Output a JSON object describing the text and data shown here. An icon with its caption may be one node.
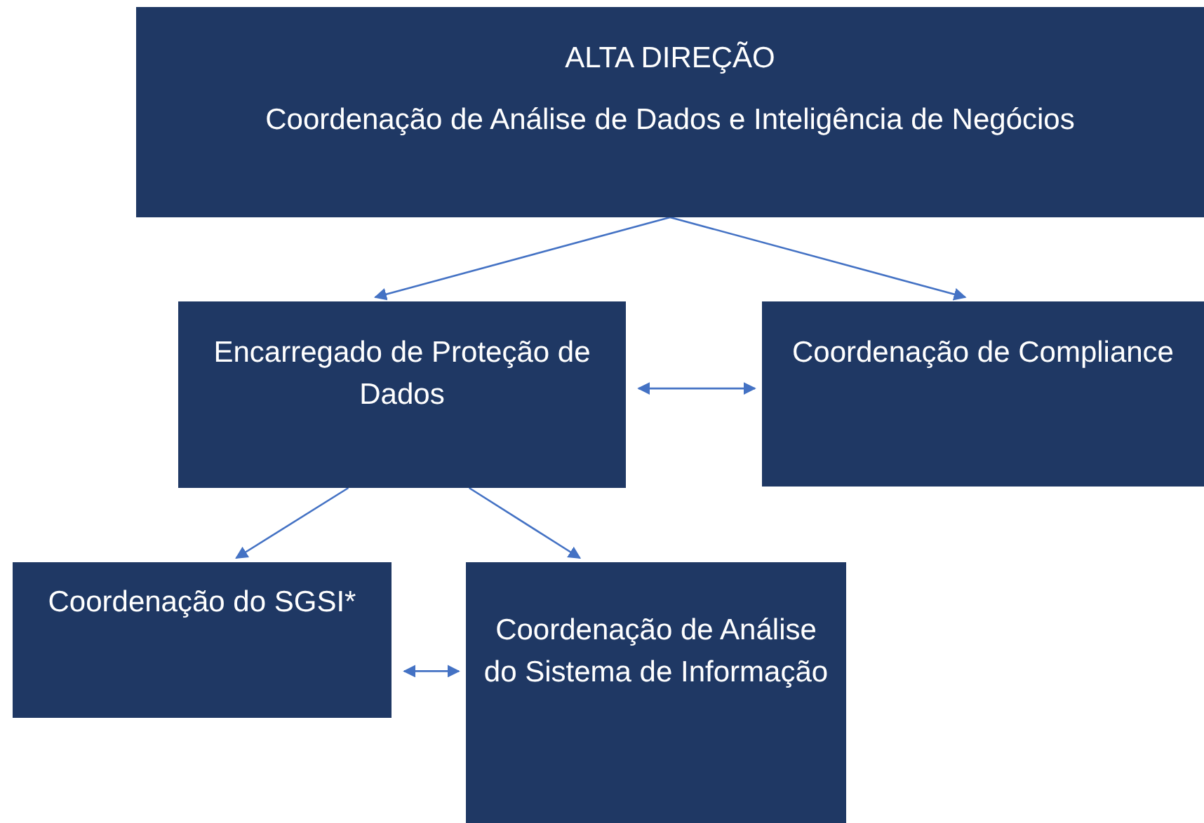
{
  "diagram": {
    "nodes": [
      {
        "text": [
          "ALTA DIREÇÃO",
          "Coordenação de Análise de Dados e Inteligência de Negócios"
        ]
      },
      {
        "text": [
          "Encarregado de Proteção de Dados"
        ]
      },
      {
        "text": [
          "Coordenação de Compliance"
        ]
      },
      {
        "text": [
          "Coordenação do SGSI*"
        ]
      },
      {
        "text": [
          "Coordenação de Análise do Sistema de Informação"
        ]
      }
    ],
    "edges": [
      {
        "from": 0,
        "to": 1,
        "arrow": "to"
      },
      {
        "from": 0,
        "to": 2,
        "arrow": "to"
      },
      {
        "from": 1,
        "to": 2,
        "arrow": "both"
      },
      {
        "from": 1,
        "to": 3,
        "arrow": "to"
      },
      {
        "from": 1,
        "to": 4,
        "arrow": "to"
      },
      {
        "from": 3,
        "to": 4,
        "arrow": "both"
      }
    ]
  }
}
